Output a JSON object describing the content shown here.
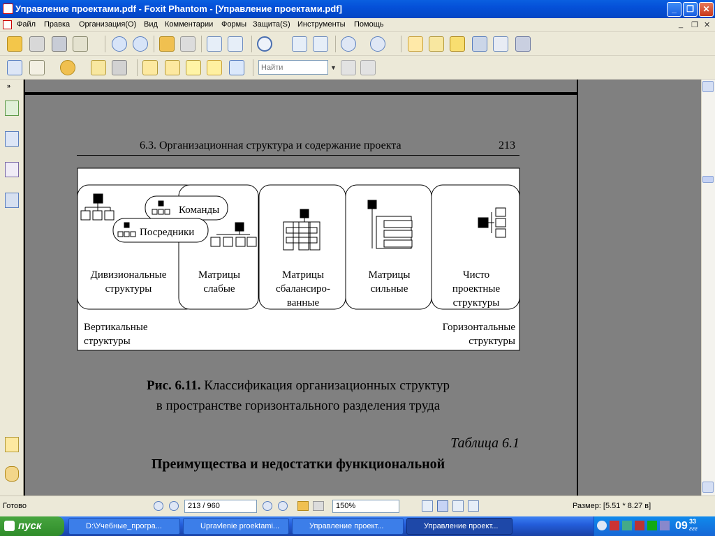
{
  "window": {
    "title": "Управление проектами.pdf - Foxit Phantom - [Управление проектами.pdf]",
    "minimize_glyph": "_",
    "maximize_glyph": "❐",
    "close_glyph": "✕"
  },
  "menu": [
    "Файл",
    "Правка",
    "Организация(О)",
    "Вид",
    "Комментарии",
    "Формы",
    "Защита(S)",
    "Инструменты",
    "Помощь"
  ],
  "mdi_controls": [
    "_",
    "❐",
    "✕"
  ],
  "toolbar2": {
    "find_placeholder": "Найти"
  },
  "document": {
    "header_text": "6.3. Организационная структура и содержание проекта",
    "page_number": "213",
    "figure": {
      "callouts": {
        "teams": "Команды",
        "mediators": "Посредники"
      },
      "columns": [
        {
          "line1": "Дивизиональные",
          "line2": "структуры",
          "line3": ""
        },
        {
          "line1": "Матрицы",
          "line2": "слабые",
          "line3": ""
        },
        {
          "line1": "Матрицы",
          "line2": "сбалансиро-",
          "line3": "ванные"
        },
        {
          "line1": "Матрицы",
          "line2": "сильные",
          "line3": ""
        },
        {
          "line1": "Чисто",
          "line2": "проектные",
          "line3": "структуры"
        }
      ],
      "left_axis": {
        "line1": "Вертикальные",
        "line2": "структуры"
      },
      "right_axis": {
        "line1": "Горизонтальные",
        "line2": "структуры"
      }
    },
    "caption": {
      "label": "Рис. 6.11.",
      "line1": "Классификация организационных структур",
      "line2": "в пространстве горизонтального разделения труда"
    },
    "table_label": "Таблица 6.1",
    "table_title": "Преимущества и недостатки функциональной"
  },
  "statusbar": {
    "status": "Готово",
    "page_field": "213 / 960",
    "zoom_field": "150%",
    "size": "Размер: [5.51 * 8.27 в]"
  },
  "taskbar": {
    "start": "пуск",
    "tasks": [
      "D:\\Учебные_програ...",
      "Upravlenie proektami...",
      "Управление проект...",
      "Управление проект..."
    ],
    "clock": "09",
    "clock_min": "33",
    "clock_suffix": "ггг"
  },
  "colors": {
    "title_blue": "#0a5fe0",
    "doc_gray": "#808080",
    "taskbar_blue": "#245edb",
    "start_green": "#3a9a34"
  }
}
